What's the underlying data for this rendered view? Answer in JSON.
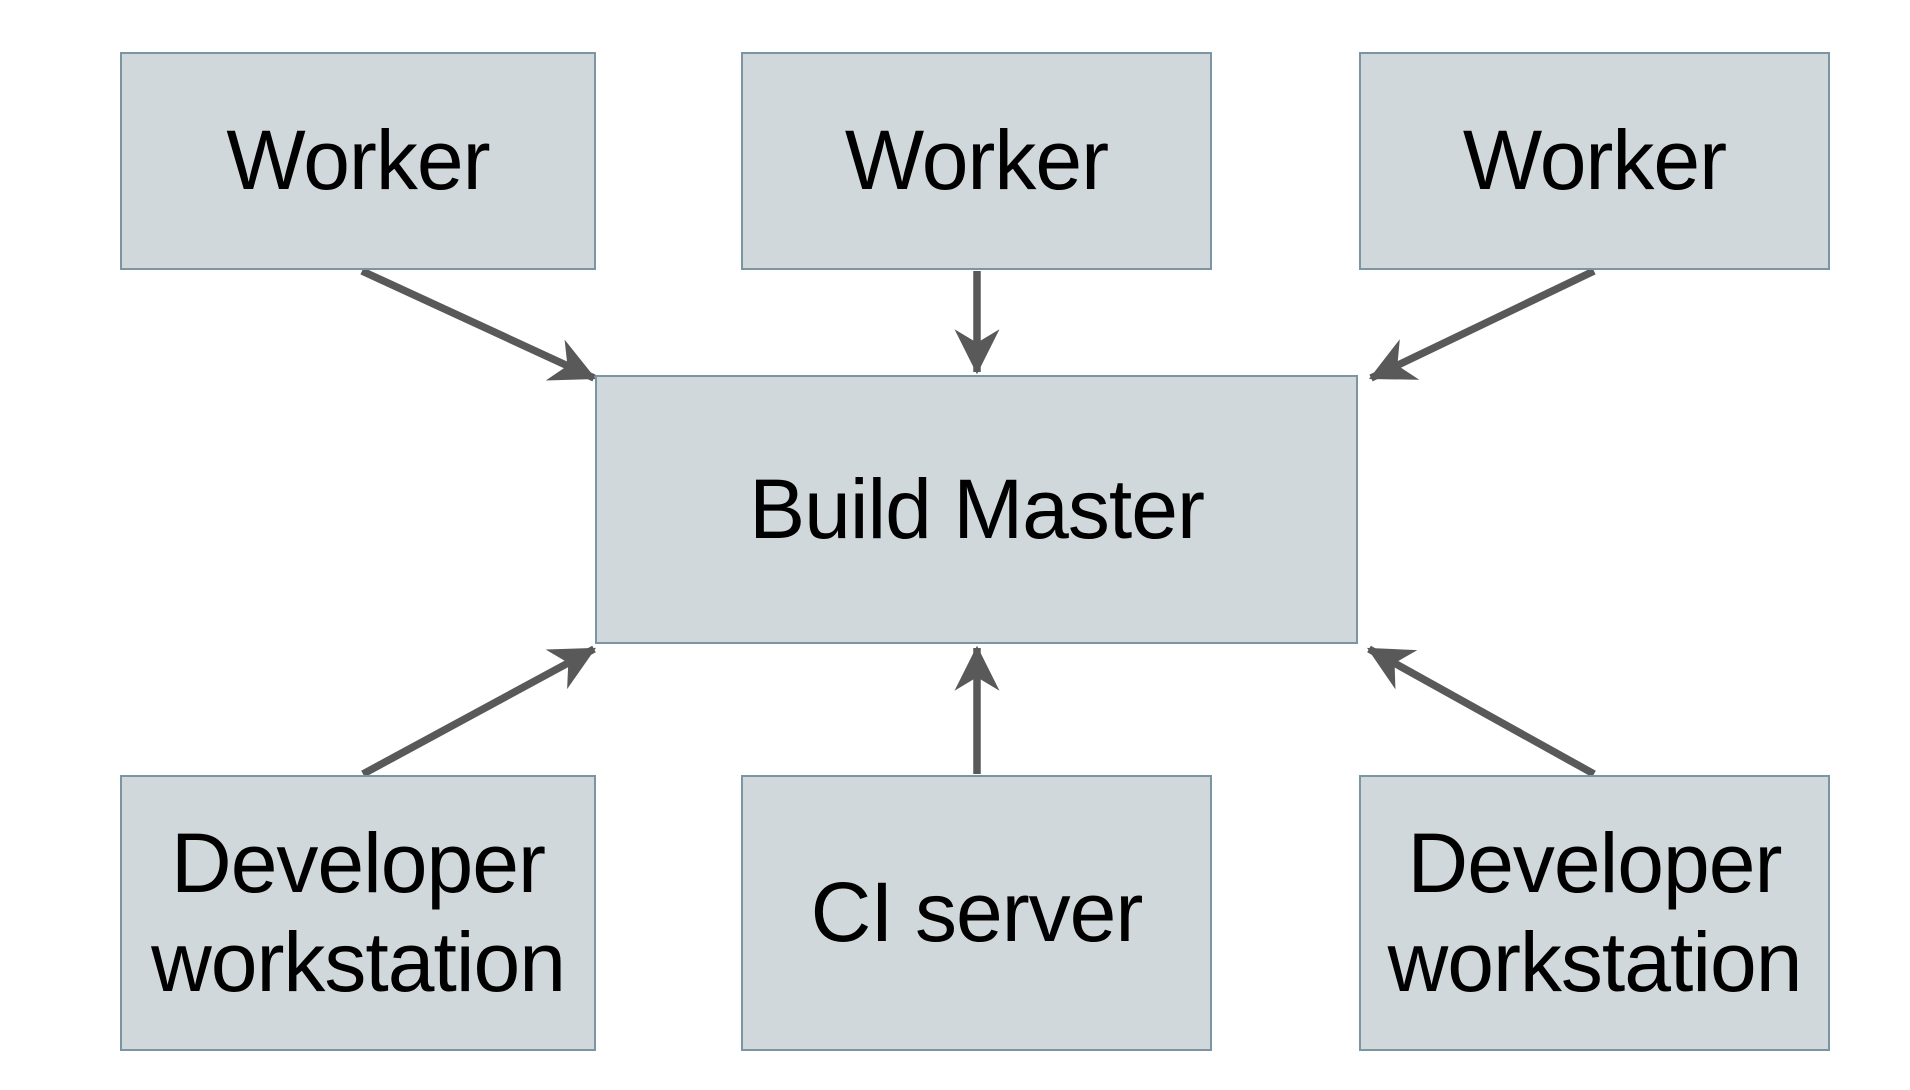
{
  "diagram": {
    "nodes": {
      "worker_left": {
        "label": "Worker"
      },
      "worker_center": {
        "label": "Worker"
      },
      "worker_right": {
        "label": "Worker"
      },
      "build_master": {
        "label": "Build Master"
      },
      "developer_workstation_left": {
        "label": "Developer workstation"
      },
      "ci_server": {
        "label": "CI server"
      },
      "developer_workstation_right": {
        "label": "Developer workstation"
      }
    },
    "edges": [
      {
        "from": "worker_left",
        "to": "build_master",
        "direction": "down"
      },
      {
        "from": "worker_center",
        "to": "build_master",
        "direction": "down"
      },
      {
        "from": "worker_right",
        "to": "build_master",
        "direction": "down"
      },
      {
        "from": "developer_workstation_left",
        "to": "build_master",
        "direction": "up"
      },
      {
        "from": "ci_server",
        "to": "build_master",
        "direction": "up"
      },
      {
        "from": "developer_workstation_right",
        "to": "build_master",
        "direction": "up"
      }
    ],
    "colors": {
      "background": "#ffffff",
      "node_fill": "#d1d8db",
      "node_border": "#7c95a2",
      "arrow": "#595959",
      "text": "#000000"
    }
  }
}
